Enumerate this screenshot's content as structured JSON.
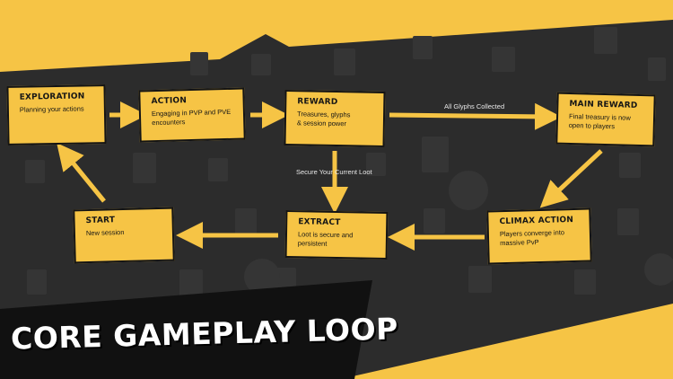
{
  "banner": {
    "title": "CORE GAMEPLAY LOOP"
  },
  "nodes": {
    "exploration": {
      "title": "EXPLORATION",
      "desc": "Planning your actions"
    },
    "action": {
      "title": "ACTION",
      "desc": "Engaging in PVP and PVE\nencounters"
    },
    "reward": {
      "title": "REWARD",
      "desc": "Treasures, glyphs\n& session power"
    },
    "main_reward": {
      "title": "MAIN REWARD",
      "desc": "Final treasury is now\nopen to players"
    },
    "start": {
      "title": "START",
      "desc": "New session"
    },
    "extract": {
      "title": "EXTRACT",
      "desc": "Loot is secure and persistent"
    },
    "climax": {
      "title": "CLIMAX ACTION",
      "desc": "Players converge into\nmassive PvP"
    }
  },
  "edges": {
    "reward_to_main": "All Glyphs Collected",
    "reward_to_extract": "Secure Your Current Loot"
  },
  "colors": {
    "accent": "#f6c445",
    "background": "#2c2c2c",
    "banner": "#141414"
  }
}
